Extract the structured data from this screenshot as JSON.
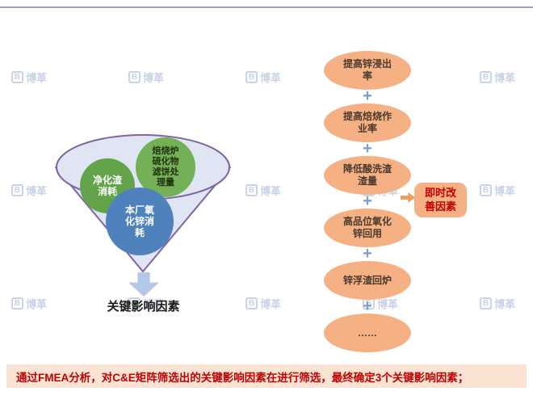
{
  "watermark": {
    "logo": "B",
    "text": "博革"
  },
  "funnel": {
    "circle_purify": "净化渣\n消耗",
    "circle_roaster": "焙烧炉\n硫化物\n滤饼处\n理量",
    "circle_zinc": "本厂氧\n化锌消\n耗",
    "result_label": "关键影响因素"
  },
  "chain": {
    "plus": "+",
    "items": [
      {
        "label": "提高锌浸出\n率"
      },
      {
        "label": "提高焙烧作\n业率"
      },
      {
        "label": "降低酸洗渣\n渣量"
      },
      {
        "label": "高品位氧化\n锌回用"
      },
      {
        "label": "锌浮渣回炉"
      },
      {
        "label": "……"
      }
    ],
    "result_label": "即时改\n善因素"
  },
  "footer": {
    "text": "通过FMEA分析，对C&E矩阵筛选出的关键影响因素在进行筛选，最终确定3个关键影响因素；"
  },
  "colors": {
    "orange_shape": "#F5B183",
    "green_circle": "#63A34A",
    "blue_circle": "#4F81BD",
    "funnel_fill": "#DFE5F2",
    "funnel_stroke": "#8064A2",
    "arrow_blue": "#B4C7E7",
    "plus_blue": "#7C9BD0",
    "footer_bg": "#FBE3D3",
    "accent_red": "#C00000",
    "watermark_blue": "#BCC8E2"
  }
}
